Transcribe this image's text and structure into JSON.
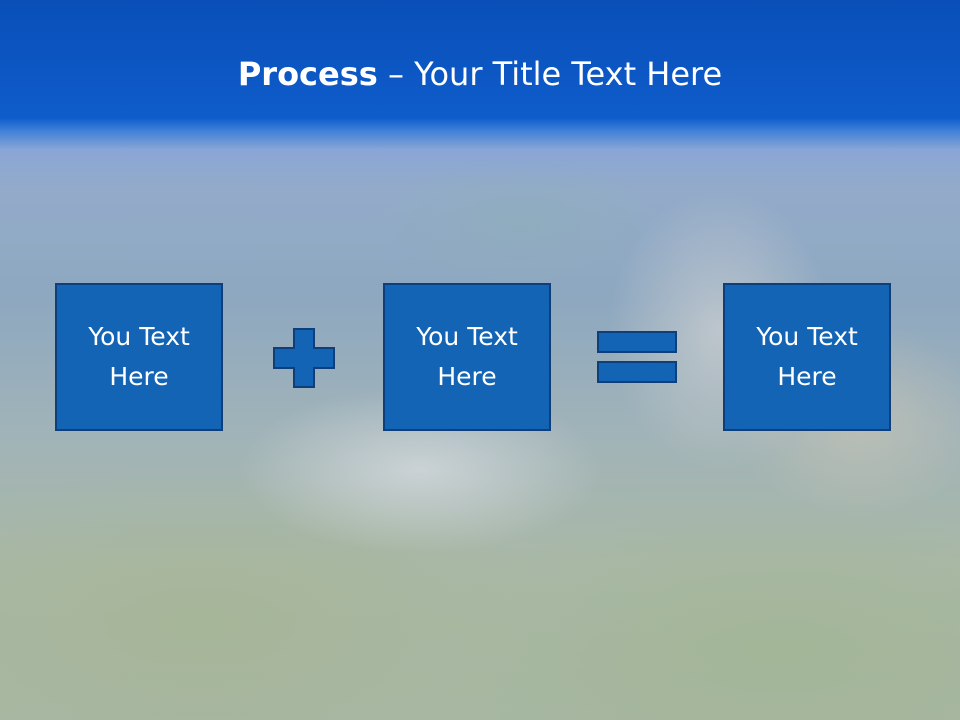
{
  "slide": {
    "title_bold": "Process",
    "title_rest": " – Your Title Text Here",
    "boxes": [
      {
        "text": "You Text Here"
      },
      {
        "text": "You Text Here"
      },
      {
        "text": "You Text Here"
      }
    ],
    "operators": [
      "plus-icon",
      "equals-icon"
    ],
    "colors": {
      "header_blue": "#0d5bc8",
      "box_fill": "#1464b6",
      "box_border": "#0f3f7a",
      "text": "#ffffff"
    }
  }
}
